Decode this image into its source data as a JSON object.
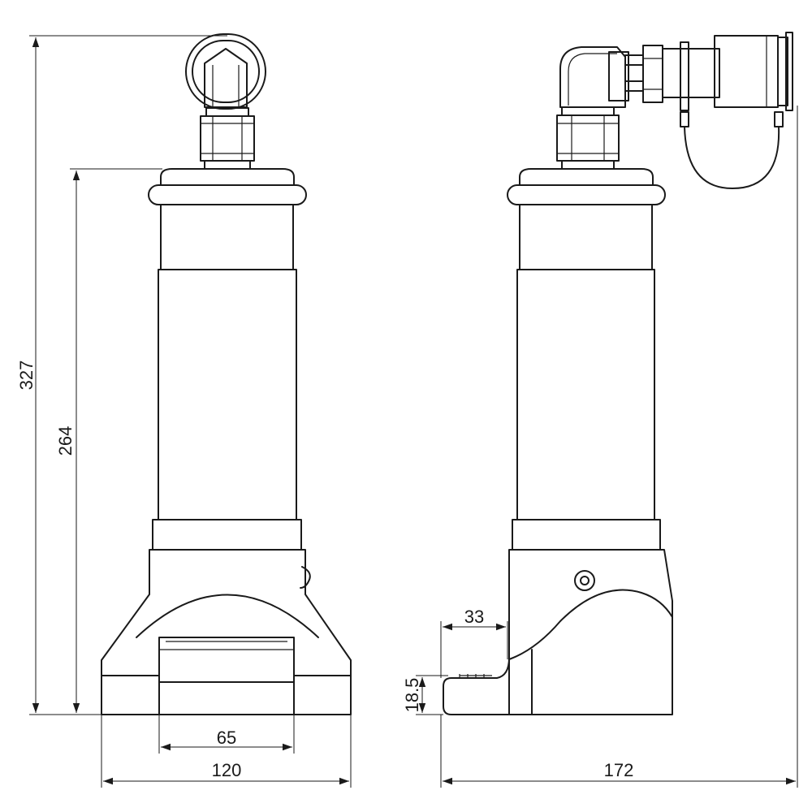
{
  "dimensions": {
    "total_height": "327",
    "body_height": "264",
    "slot_width": "65",
    "base_width_front": "120",
    "side_depth": "172",
    "toe_length": "33",
    "toe_height": "18.5"
  },
  "colors": {
    "line": "#1a1a1a",
    "background": "#ffffff"
  }
}
